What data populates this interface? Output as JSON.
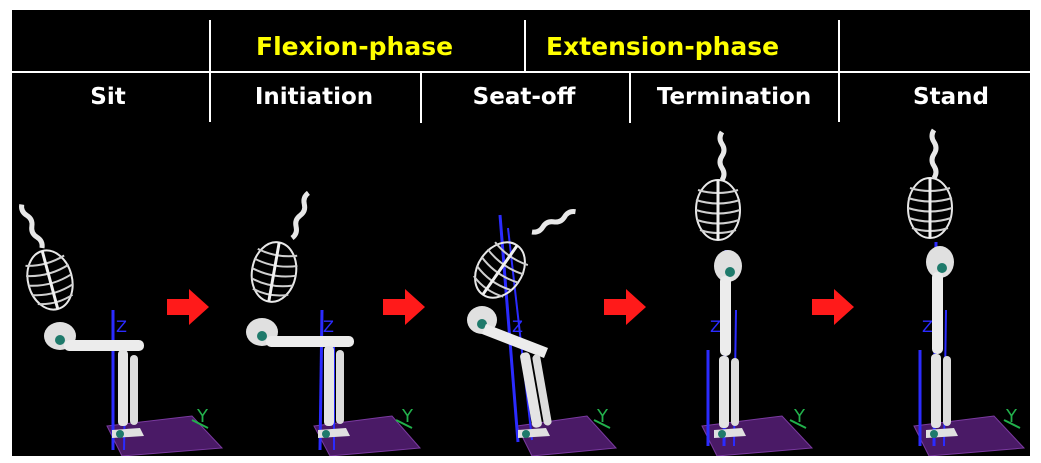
{
  "header": {
    "phases": [
      {
        "label": "Flexion-phase"
      },
      {
        "label": "Extension-phase"
      }
    ],
    "stages": [
      {
        "label": "Sit"
      },
      {
        "label": "Initiation"
      },
      {
        "label": "Seat-off"
      },
      {
        "label": "Termination"
      },
      {
        "label": "Stand"
      }
    ]
  },
  "figures": [
    {
      "pose": "sit",
      "axis_labels": {
        "z": "Z",
        "y": "Y"
      }
    },
    {
      "pose": "initiation",
      "axis_labels": {
        "z": "Z",
        "y": "Y"
      }
    },
    {
      "pose": "seat-off",
      "axis_labels": {
        "z": "Z",
        "y": "Y"
      }
    },
    {
      "pose": "termination",
      "axis_labels": {
        "z": "Z",
        "y": "Y"
      }
    },
    {
      "pose": "stand",
      "axis_labels": {
        "z": "Z",
        "y": "Y"
      }
    }
  ],
  "transition_arrows": [
    {
      "icon": "right-arrow-icon"
    },
    {
      "icon": "right-arrow-icon"
    },
    {
      "icon": "right-arrow-icon"
    },
    {
      "icon": "right-arrow-icon"
    }
  ],
  "colors": {
    "background": "#000000",
    "phase_text": "#ffff00",
    "stage_text": "#ffffff",
    "arrow": "#ff1a1a",
    "force_vector": "#2b2bff",
    "axis_green": "#22b14c",
    "platform": "#4a1a66",
    "bone": "#e8e8e8"
  }
}
